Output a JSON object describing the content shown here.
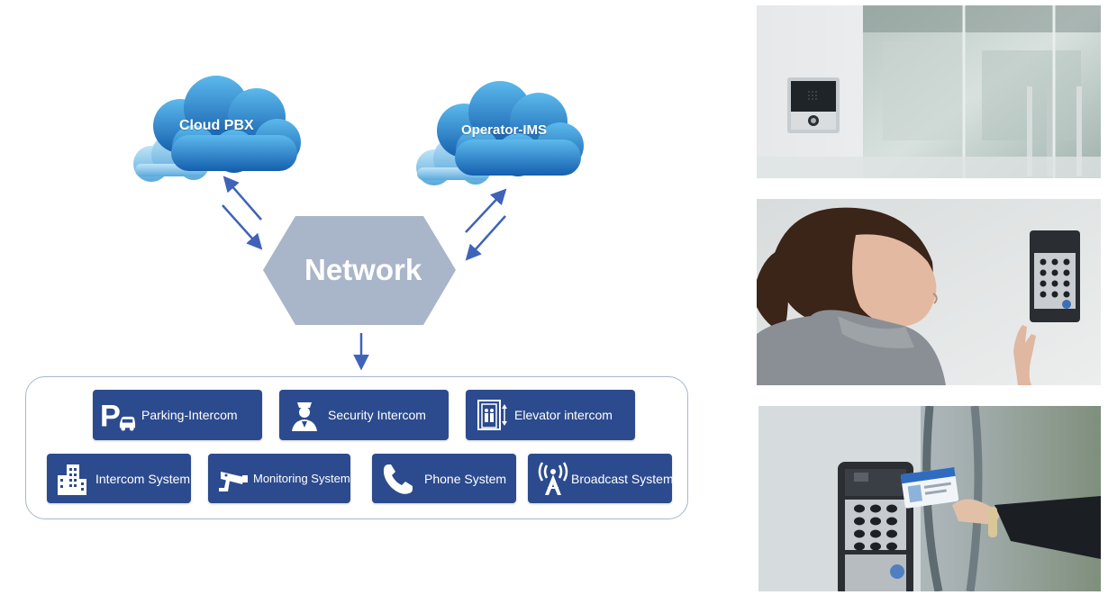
{
  "diagram": {
    "clouds": [
      {
        "id": "cloud-pbx",
        "label": "Cloud PBX"
      },
      {
        "id": "operator-ims",
        "label": "Operator-IMS"
      }
    ],
    "network": {
      "label": "Network"
    },
    "systems": [
      {
        "name": "parking-intercom-button",
        "icon": "parking-car-icon",
        "label": "Parking-Intercom"
      },
      {
        "name": "security-intercom-button",
        "icon": "security-guard-icon",
        "label": "Security Intercom"
      },
      {
        "name": "elevator-intercom-button",
        "icon": "elevator-icon",
        "label": "Elevator intercom"
      },
      {
        "name": "intercom-system-button",
        "icon": "buildings-icon",
        "label": "Intercom System"
      },
      {
        "name": "monitoring-system-button",
        "icon": "cctv-camera-icon",
        "label": "Monitoring System"
      },
      {
        "name": "phone-system-button",
        "icon": "phone-handset-icon",
        "label": "Phone System"
      },
      {
        "name": "broadcast-system-button",
        "icon": "broadcast-tower-icon",
        "label": "Broadcast System"
      }
    ]
  },
  "photos": [
    {
      "name": "photo-wall-intercom-glass-door",
      "depicts": "intercom-device-icon"
    },
    {
      "name": "photo-woman-keypad-intercom",
      "depicts": "keypad-intercom-icon"
    },
    {
      "name": "photo-card-reader-intercom",
      "depicts": "card-reader-icon"
    }
  ],
  "colors": {
    "accent": "#2c4b8e",
    "arrow": "#3f63b8",
    "network": "#a9b5c9",
    "cloud_light": "#4aa8e0",
    "cloud_dark": "#1766b5",
    "border": "#a8b6cf"
  }
}
